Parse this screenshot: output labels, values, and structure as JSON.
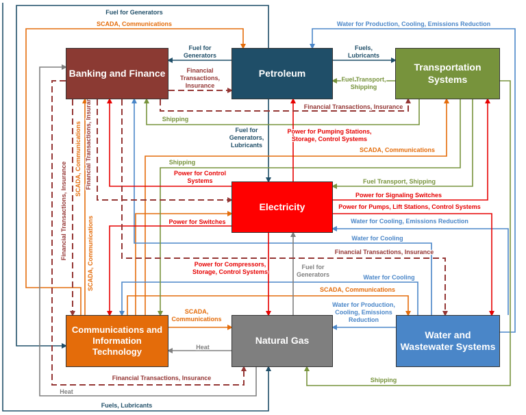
{
  "nodes": {
    "banking": {
      "label": "Banking and Finance",
      "color": "#8B3a33"
    },
    "petroleum": {
      "label": "Petroleum",
      "color": "#1F4E68"
    },
    "transport": {
      "label": "Transportation\nSystems",
      "color": "#77933C"
    },
    "electricity": {
      "label": "Electricity",
      "color": "#FF0000"
    },
    "comms": {
      "label": "Communications and\nInformation\nTechnology",
      "color": "#E46C0A"
    },
    "gas": {
      "label": "Natural Gas",
      "color": "#7F7F7F"
    },
    "water": {
      "label": "Water and\nWastewater Systems",
      "color": "#4A86C8"
    }
  },
  "colors": {
    "fin": "#943634",
    "pet": "#1F4E68",
    "trans": "#77933C",
    "elec": "#E60000",
    "comm": "#E46C0A",
    "gas": "#7F7F7F",
    "water": "#4A86C8"
  },
  "labels": {
    "fuel_for_generators_top": "Fuel for Generators",
    "scada_top": "SCADA, Communications",
    "water_production_top": "Water for Production, Cooling, Emissions Reduction",
    "fuel_for_generators_bank": "Fuel for\nGenerators",
    "fuels_lubricants_trans": "Fuels,\nLubricants",
    "financial_pet": "Financial\nTransactions,\nInsurance",
    "fuel_transport_shipping_pet": "Fuel Transport,\nShipping",
    "financial_transport": "Financial Transactions, Insurance",
    "shipping_bank": "Shipping",
    "fuel_gen_lub_elec": "Fuel for\nGenerators,\nLubricants",
    "power_pumping": "Power for Pumping Stations,\nStorage, Control Systems",
    "scada_trans": "SCADA, Communications",
    "shipping_comms": "Shipping",
    "power_control_systems": "Power for Control\nSystems",
    "fuel_transport_shipping_elec": "Fuel Transport, Shipping",
    "power_signaling": "Power for Signaling Switches",
    "power_pumps_lift": "Power for Pumps, Lift Stations, Control Systems",
    "water_cooling_emissions": "Water for Cooling, Emissions Reduction",
    "power_switches": "Power for Switches",
    "water_cooling_1": "Water for Cooling",
    "financial_water": "Financial Transactions, Insurance",
    "power_compressors": "Power for Compressors,\nStorage, Control Systems",
    "fuel_for_generators_gas": "Fuel for\nGenerators",
    "water_cooling_2": "Water for Cooling",
    "scada_water": "SCADA, Communications",
    "scada_gas": "SCADA,\nCommunications",
    "water_production_gas": "Water for Production,\nCooling, Emissions\nReduction",
    "heat_comms": "Heat",
    "financial_bottom": "Financial Transactions, Insurance",
    "shipping_bottom": "Shipping",
    "heat_bottom": "Heat",
    "fuels_lubricants_bottom": "Fuels, Lubricants",
    "fin_vert_1": "Financial Transactions, Insurance",
    "scada_vert_1": "SCADA, Communications",
    "fin_vert_2": "Financial Transactions, Insurance",
    "scada_vert_2": "SCADA, Communications"
  }
}
